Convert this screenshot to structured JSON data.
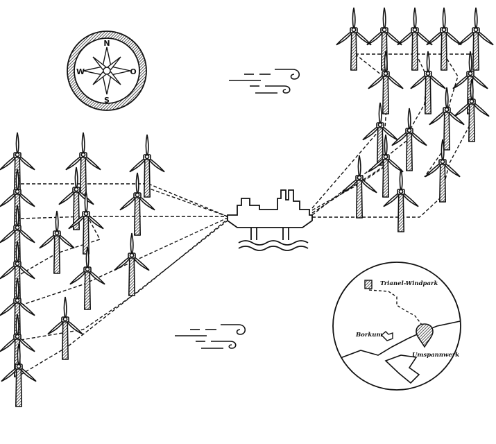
{
  "compass": {
    "north": "N",
    "south": "S",
    "west": "W",
    "east": "O"
  },
  "inset_map": {
    "windpark_label": "Trianel-Windpark",
    "island_label": "Borkum",
    "substation_label": "Umspannwerk"
  },
  "colors": {
    "ink": "#111111",
    "background": "#ffffff"
  },
  "icons": [
    "wind-turbine-icon",
    "offshore-platform-icon",
    "wind-gust-icon",
    "compass-rose-icon",
    "location-pin-icon"
  ]
}
